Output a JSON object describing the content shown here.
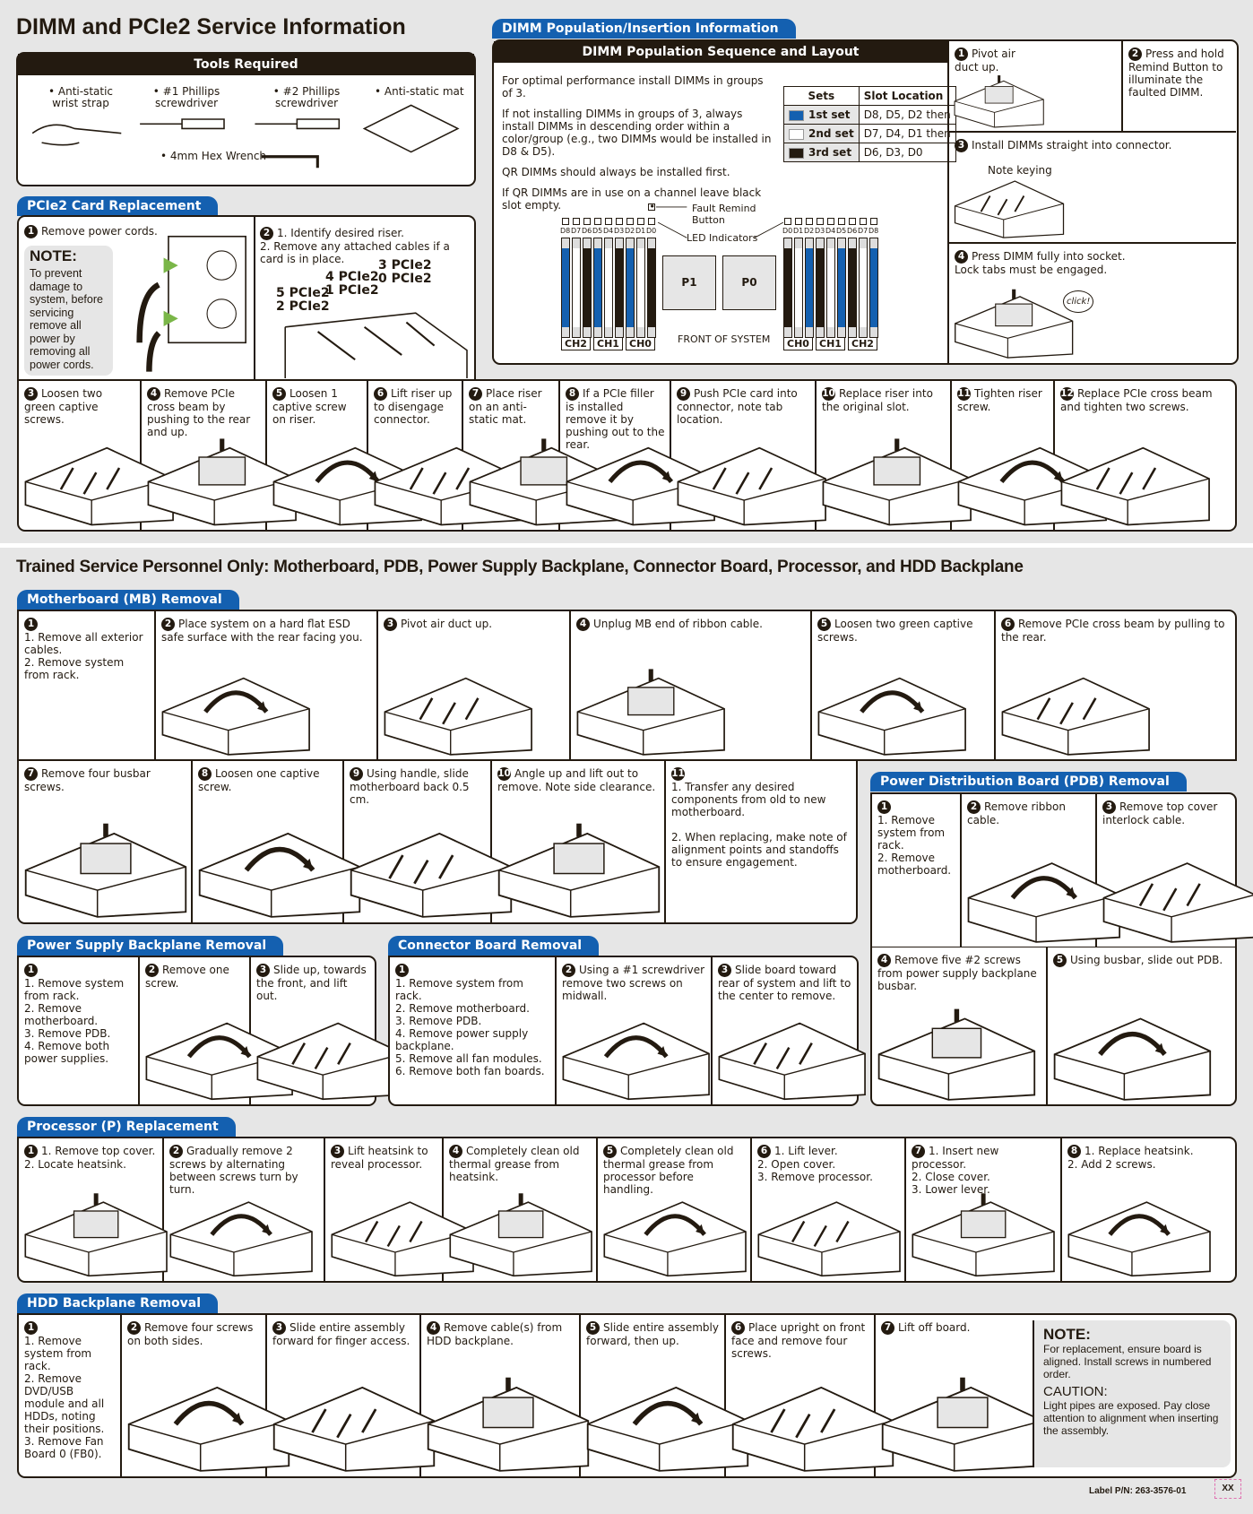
{
  "title1": "DIMM and PCIe2 Service Information",
  "tools": {
    "title": "Tools Required",
    "items": [
      "• Anti-static wrist strap",
      "• #1 Phillips screwdriver",
      "• #2 Phillips screwdriver",
      "• Anti-static mat",
      "• 4mm Hex Wrench"
    ]
  },
  "pcie": {
    "tab": "PCIe2 Card Replacement",
    "step1": "Remove power cords.",
    "note_title": "NOTE:",
    "note_text": "To prevent damage to system, before servicing remove all power by removing all power cords.",
    "step2": "1. Identify desired riser.\n2. Remove any attached cables if a card is in place.",
    "slots": [
      "3 PCIe2",
      "0 PCIe2",
      "4 PCIe2",
      "1 PCIe2",
      "5 PCIe2",
      "2 PCIe2"
    ],
    "steps": [
      {
        "num": "3",
        "text": "Loosen two green captive screws."
      },
      {
        "num": "4",
        "text": "Remove PCIe cross beam by pushing to the rear and up."
      },
      {
        "num": "5",
        "text": "Loosen 1 captive screw on riser."
      },
      {
        "num": "6",
        "text": "Lift riser up to disengage connector."
      },
      {
        "num": "7",
        "text": "Place riser on an anti-static mat."
      },
      {
        "num": "8",
        "text": "If a PCIe filler is installed remove it by pushing out to the rear."
      },
      {
        "num": "9",
        "text": "Push PCIe card into connector, note tab location."
      },
      {
        "num": "10",
        "text": "Replace riser into the original slot."
      },
      {
        "num": "11",
        "text": "Tighten riser screw."
      },
      {
        "num": "12",
        "text": "Replace PCIe cross beam and tighten two screws."
      }
    ]
  },
  "dimm": {
    "tab": "DIMM Population/Insertion Information",
    "header": "DIMM Population Sequence and Layout",
    "paragraphs": [
      "For optimal performance install DIMMs in groups of 3.",
      "If not installing DIMMs in groups of 3, always install DIMMs in descending order within a color/group (e.g., two DIMMs would be installed in D8 & D5).",
      "QR DIMMs should always be installed first.",
      "If QR DIMMs are in use on a channel leave black slot empty."
    ],
    "table": {
      "headers": [
        "Sets",
        "Slot Location"
      ],
      "rows": [
        {
          "set": "1st set",
          "slots": "D8, D5, D2 then",
          "color": "#1460b0"
        },
        {
          "set": "2nd set",
          "slots": "D7, D4, D1 then",
          "color": "#ffffff"
        },
        {
          "set": "3rd set",
          "slots": "D6, D3, D0",
          "color": "#231a10"
        }
      ]
    },
    "fault_button": "Fault Remind Button",
    "led_label": "LED Indicators",
    "left_slots": [
      "D8",
      "D7",
      "D6",
      "D5",
      "D4",
      "D3",
      "D2",
      "D1",
      "D0"
    ],
    "right_slots": [
      "D0",
      "D1",
      "D2",
      "D3",
      "D4",
      "D5",
      "D6",
      "D7",
      "D8"
    ],
    "left_channels": [
      "CH2",
      "CH1",
      "CH0"
    ],
    "right_channels": [
      "CH0",
      "CH1",
      "CH2"
    ],
    "p1": "P1",
    "p0": "P0",
    "front": "FRONT OF SYSTEM",
    "colors": {
      "blue": "#1460b0",
      "white": "#ffffff",
      "black": "#231a10"
    },
    "steps": [
      {
        "num": "1",
        "text": "Pivot air duct up."
      },
      {
        "num": "2",
        "text": "Press and hold Remind Button to illuminate the faulted DIMM."
      },
      {
        "num": "3",
        "text": "Install DIMMs straight into connector."
      },
      {
        "num": "4",
        "text": "Press DIMM fully into socket.\nLock tabs must be engaged."
      }
    ],
    "note_keying": "Note keying",
    "click": "click!"
  },
  "title2": "Trained Service Personnel Only: Motherboard, PDB, Power Supply Backplane, Connector Board, Processor, and HDD Backplane",
  "mb": {
    "tab": "Motherboard (MB) Removal",
    "steps": [
      {
        "num": "1",
        "text": "\n1. Remove all exterior cables.\n2. Remove system from rack."
      },
      {
        "num": "2",
        "text": "Place system on a hard flat ESD safe surface with the rear facing you."
      },
      {
        "num": "3",
        "text": "Pivot air duct up."
      },
      {
        "num": "4",
        "text": "Unplug MB end of ribbon cable."
      },
      {
        "num": "5",
        "text": "Loosen two green captive screws."
      },
      {
        "num": "6",
        "text": "Remove PCIe cross beam by pulling to the rear."
      },
      {
        "num": "7",
        "text": "Remove four busbar screws."
      },
      {
        "num": "8",
        "text": "Loosen one captive screw."
      },
      {
        "num": "9",
        "text": "Using handle, slide motherboard back 0.5 cm."
      },
      {
        "num": "10",
        "text": "Angle up and lift out to remove. Note side clearance."
      },
      {
        "num": "11",
        "text": "\n1. Transfer any desired components from old to new motherboard.\n\n2. When replacing, make note of alignment points and standoffs to ensure engagement."
      }
    ]
  },
  "pdb": {
    "tab": "Power Distribution Board (PDB) Removal",
    "steps": [
      {
        "num": "1",
        "text": "\n1. Remove system from rack.\n2. Remove motherboard."
      },
      {
        "num": "2",
        "text": "Remove ribbon cable."
      },
      {
        "num": "3",
        "text": "Remove top cover interlock cable."
      },
      {
        "num": "4",
        "text": "Remove five #2 screws from power supply backplane busbar."
      },
      {
        "num": "5",
        "text": "Using busbar, slide out PDB."
      }
    ]
  },
  "psb": {
    "tab": "Power Supply Backplane Removal",
    "steps": [
      {
        "num": "1",
        "text": "\n1. Remove system from rack.\n2. Remove motherboard.\n3. Remove PDB.\n4. Remove both power supplies."
      },
      {
        "num": "2",
        "text": "Remove one screw."
      },
      {
        "num": "3",
        "text": "Slide up, towards the front, and lift out."
      }
    ]
  },
  "conn": {
    "tab": "Connector Board Removal",
    "steps": [
      {
        "num": "1",
        "text": "\n1. Remove system from rack.\n2. Remove motherboard.\n3. Remove PDB.\n4. Remove power supply backplane.\n5. Remove all fan modules.\n6. Remove both fan boards."
      },
      {
        "num": "2",
        "text": "Using a #1 screwdriver remove two screws on midwall."
      },
      {
        "num": "3",
        "text": "Slide board toward rear of system and lift to the center to remove."
      }
    ]
  },
  "proc": {
    "tab": "Processor (P) Replacement",
    "steps": [
      {
        "num": "1",
        "text": "1. Remove top cover.\n2. Locate heatsink."
      },
      {
        "num": "2",
        "text": "Gradually remove 2 screws by alternating between screws turn by turn."
      },
      {
        "num": "3",
        "text": "Lift heatsink to reveal processor."
      },
      {
        "num": "4",
        "text": "Completely clean old thermal grease from heatsink."
      },
      {
        "num": "5",
        "text": "Completely clean old thermal grease from processor before handling."
      },
      {
        "num": "6",
        "text": "1. Lift lever.\n2. Open cover.\n3. Remove processor."
      },
      {
        "num": "7",
        "text": "1. Insert new processor.\n2. Close cover.\n3. Lower lever."
      },
      {
        "num": "8",
        "text": "1. Replace heatsink.\n2. Add 2 screws."
      }
    ]
  },
  "hdd": {
    "tab": "HDD Backplane Removal",
    "steps": [
      {
        "num": "1",
        "text": "\n1. Remove system from rack.\n2. Remove DVD/USB module and all HDDs, noting their positions.\n3. Remove Fan Board 0 (FB0)."
      },
      {
        "num": "2",
        "text": "Remove four screws on both sides."
      },
      {
        "num": "3",
        "text": "Slide entire assembly forward for finger access."
      },
      {
        "num": "4",
        "text": "Remove cable(s) from HDD backplane."
      },
      {
        "num": "5",
        "text": "Slide entire assembly forward, then up."
      },
      {
        "num": "6",
        "text": "Place upright on front face and remove four screws."
      },
      {
        "num": "7",
        "text": "Lift off board."
      }
    ],
    "note_title": "NOTE:",
    "note_text": "For replacement, ensure board is aligned. Install screws in numbered order.",
    "caution_title": "CAUTION:",
    "caution_text": "Light pipes are exposed. Pay close attention to alignment when inserting the assembly."
  },
  "footer": {
    "label_pn": "Label P/N: 263-3576-01",
    "rev": "XX"
  }
}
